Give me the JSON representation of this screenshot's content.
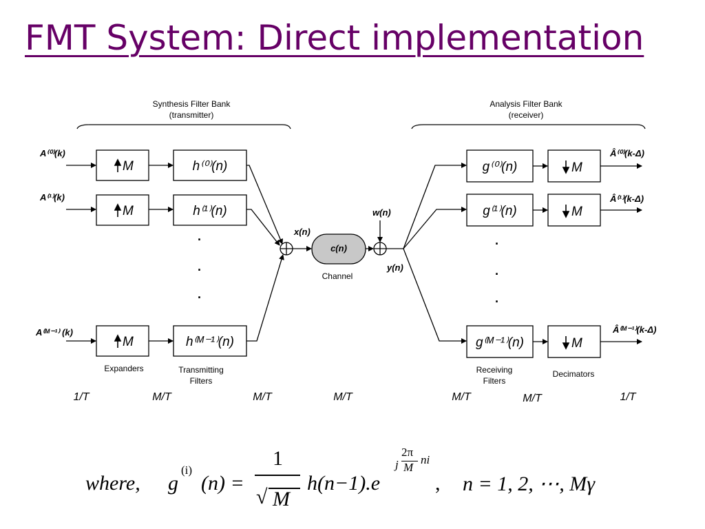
{
  "title": "FMT System: Direct implementation",
  "synthesis": {
    "title": "Synthesis Filter Bank",
    "subtitle": "(transmitter)"
  },
  "analysis": {
    "title": "Analysis Filter Bank",
    "subtitle": "(receiver)"
  },
  "inputs": {
    "a0": "A⁽⁰⁾(k)",
    "a1": "A⁽¹⁾(k)",
    "aM": "A⁽ᴹ⁻¹⁾ (k)"
  },
  "expander": {
    "label": "M",
    "arrow": "up-arrow",
    "caption": "Expanders"
  },
  "tx_filters": {
    "h0": "h⁽⁰⁾(n)",
    "h1": "h⁽¹⁾(n)",
    "hM": "h⁽ᴹ⁻¹⁾(n)",
    "caption_l1": "Transmitting",
    "caption_l2": "Filters"
  },
  "channel": {
    "inner": "c(n)",
    "caption": "Channel",
    "xn": "x(n)",
    "wn": "w(n)",
    "yn": "y(n)"
  },
  "rx_filters": {
    "g0": "g⁽⁰⁾(n)",
    "g1": "g⁽¹⁾(n)",
    "gM": "g⁽ᴹ⁻¹⁾(n)",
    "caption_l1": "Receiving",
    "caption_l2": "Filters"
  },
  "decimator": {
    "label": "M",
    "arrow": "down-arrow",
    "caption": "Decimators"
  },
  "outputs": {
    "o0": "Â⁽⁰⁾(k-Δ)",
    "o1": "Â⁽¹⁾(k-Δ)",
    "oM": "Â⁽ᴹ⁻¹⁾(k-Δ)"
  },
  "dots": "·",
  "rates": [
    "1/T",
    "M/T",
    "M/T",
    "M/T",
    "M/T",
    "M/T",
    "1/T"
  ],
  "equation": {
    "where": "where,",
    "g": "g",
    "sup_i": "(i)",
    "arg": "(n) =",
    "num": "1",
    "den": "M",
    "h": "h(n−1).e",
    "exp_j": "j",
    "exp_num": "2π",
    "exp_den": "M",
    "exp_ni": "ni",
    "comma": ",",
    "range": "n = 1, 2, ⋯, Mγ"
  }
}
